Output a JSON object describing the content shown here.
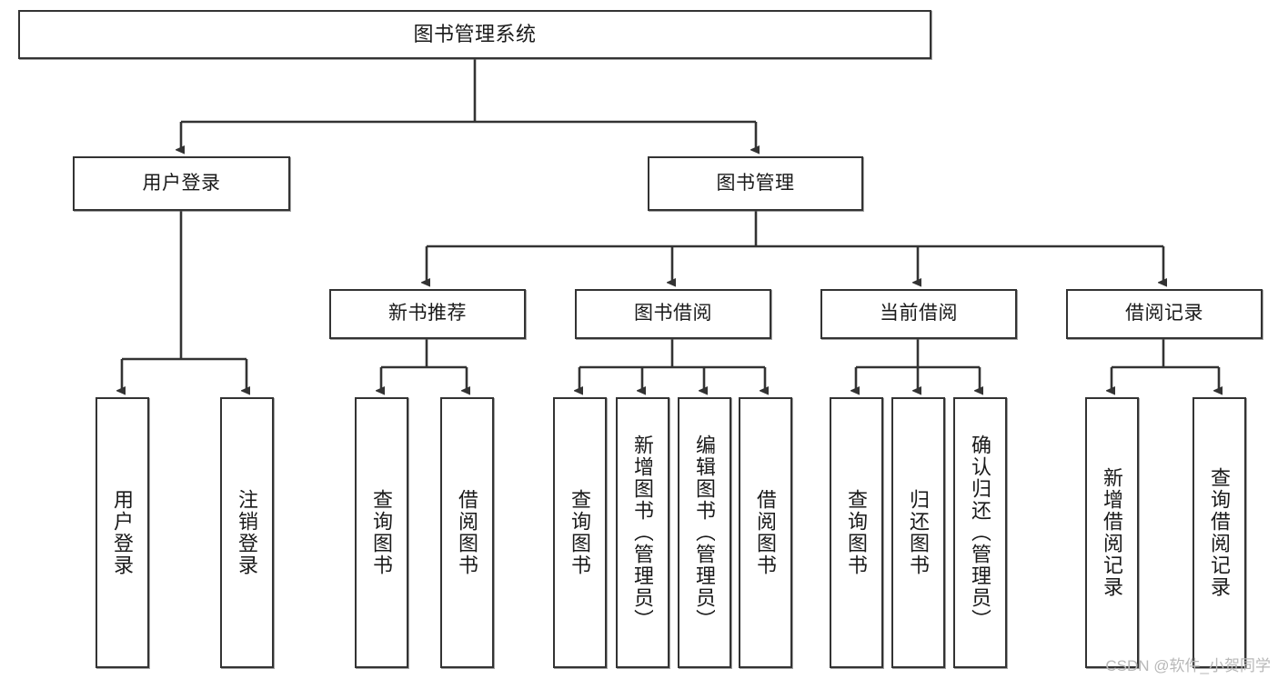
{
  "diagram": {
    "title": "图书管理系统",
    "type": "tree-hierarchy",
    "orientation": "top-down",
    "style": {
      "box_border_color": "#333333",
      "box_fill_color": "#ffffff",
      "edge_color": "#333333",
      "text_color": "#1a1a1a",
      "watermark_color": "#b8b8b8"
    },
    "watermark": "CSDN @软件_小贺同学"
  },
  "nodes": {
    "root": {
      "label": "图书管理系统"
    },
    "level1": [
      {
        "id": "user-login",
        "label": "用户登录"
      },
      {
        "id": "book-manage",
        "label": "图书管理"
      }
    ],
    "level2": [
      {
        "id": "new-book-recommend",
        "label": "新书推荐"
      },
      {
        "id": "book-borrow",
        "label": "图书借阅"
      },
      {
        "id": "current-borrow",
        "label": "当前借阅"
      },
      {
        "id": "borrow-record",
        "label": "借阅记录"
      }
    ],
    "leaves": {
      "user_login": [
        {
          "id": "leaf-user-login",
          "label": "用户登录"
        },
        {
          "id": "leaf-logout-login",
          "label": "注销登录"
        }
      ],
      "new_book_recommend": [
        {
          "id": "leaf-query-book-1",
          "label": "查询图书"
        },
        {
          "id": "leaf-borrow-book-1",
          "label": "借阅图书"
        }
      ],
      "book_borrow": [
        {
          "id": "leaf-query-book-2",
          "label": "查询图书"
        },
        {
          "id": "leaf-add-book-admin",
          "label": "新增图书（管理员）"
        },
        {
          "id": "leaf-edit-book-admin",
          "label": "编辑图书（管理员）"
        },
        {
          "id": "leaf-borrow-book-2",
          "label": "借阅图书"
        }
      ],
      "current_borrow": [
        {
          "id": "leaf-query-book-3",
          "label": "查询图书"
        },
        {
          "id": "leaf-return-book",
          "label": "归还图书"
        },
        {
          "id": "leaf-confirm-return-admin",
          "label": "确认归还（管理员）"
        }
      ],
      "borrow_record": [
        {
          "id": "leaf-add-borrow-record",
          "label": "新增借阅记录"
        },
        {
          "id": "leaf-query-borrow-record",
          "label": "查询借阅记录"
        }
      ]
    }
  }
}
